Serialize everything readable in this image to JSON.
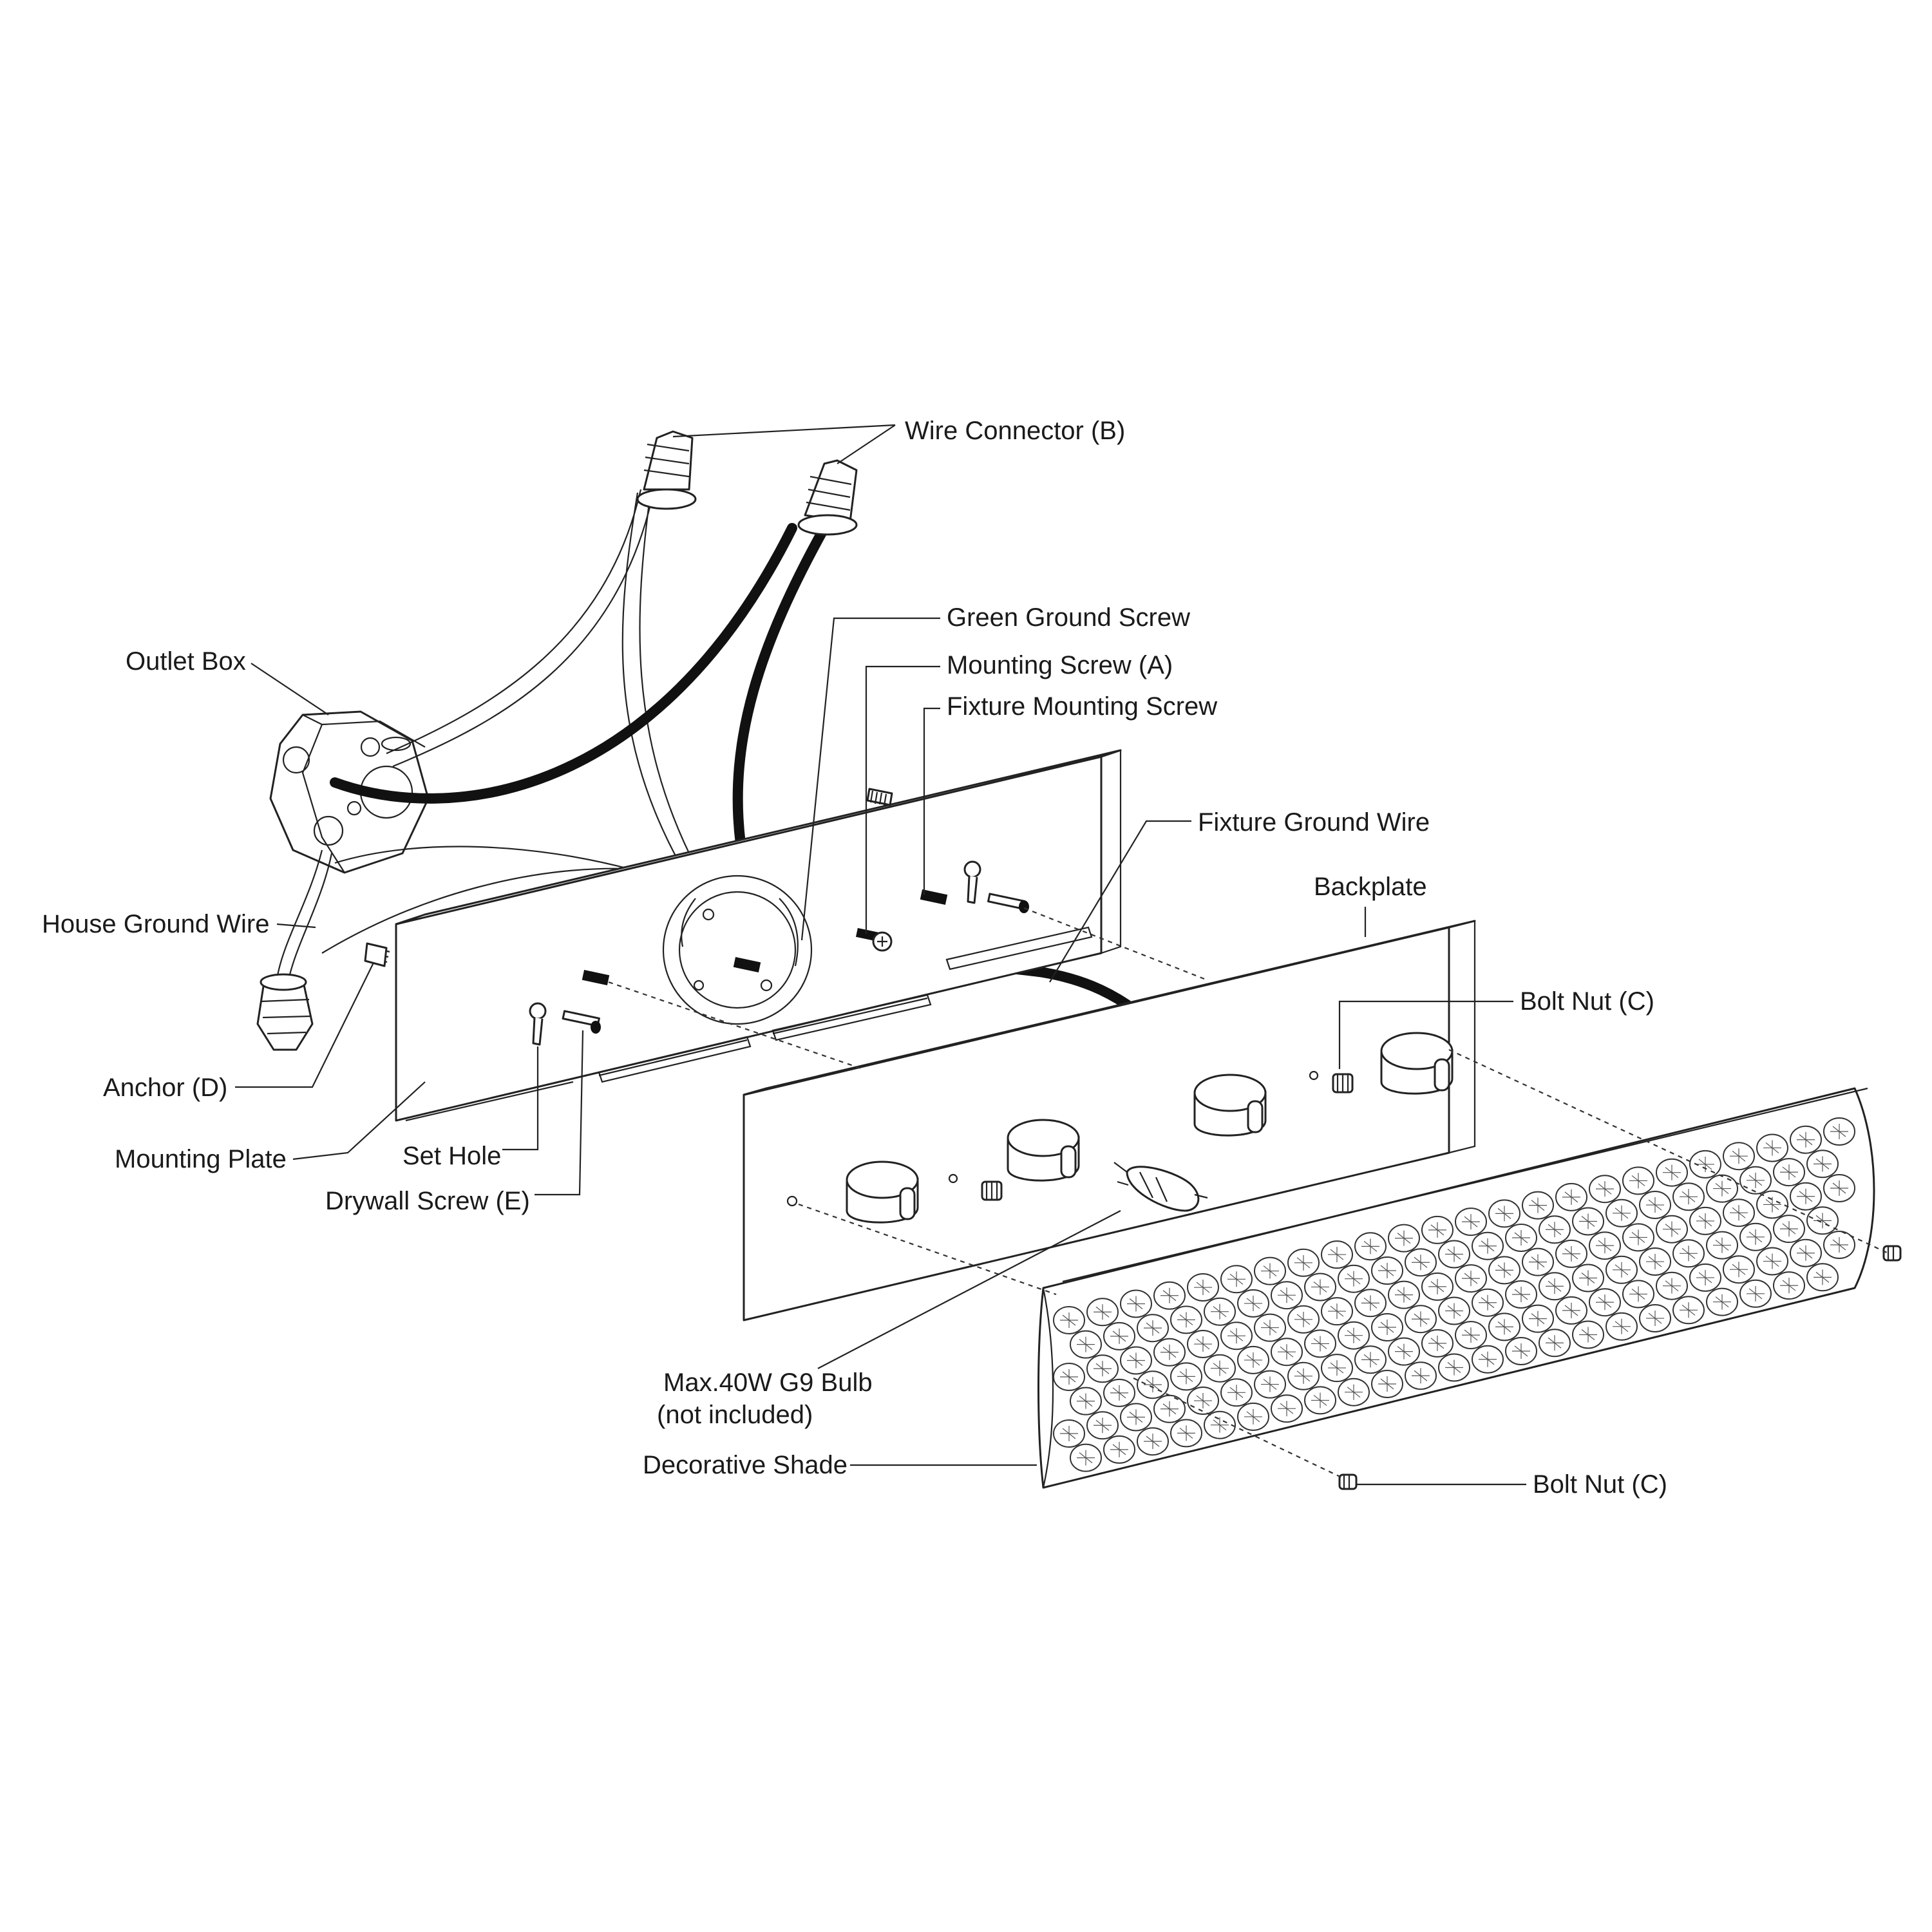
{
  "labels": {
    "wire_connector": "Wire Connector (B)",
    "green_ground_screw": "Green Ground Screw",
    "mounting_screw": "Mounting Screw (A)",
    "fixture_mounting_screw": "Fixture Mounting Screw",
    "fixture_ground_wire": "Fixture Ground Wire",
    "outlet_box": "Outlet Box",
    "backplate": "Backplate",
    "house_ground_wire": "House Ground Wire",
    "bolt_nut_upper": "Bolt Nut (C)",
    "anchor": "Anchor (D)",
    "mounting_plate": "Mounting Plate",
    "set_hole": "Set Hole",
    "drywall_screw": "Drywall Screw (E)",
    "bulb_line1": "Max.40W G9 Bulb",
    "bulb_line2": "(not included)",
    "decorative_shade": "Decorative Shade",
    "bolt_nut_lower": "Bolt Nut (C)"
  },
  "colors": {
    "line": "#222222",
    "wire_black": "#111111",
    "background": "#ffffff"
  }
}
